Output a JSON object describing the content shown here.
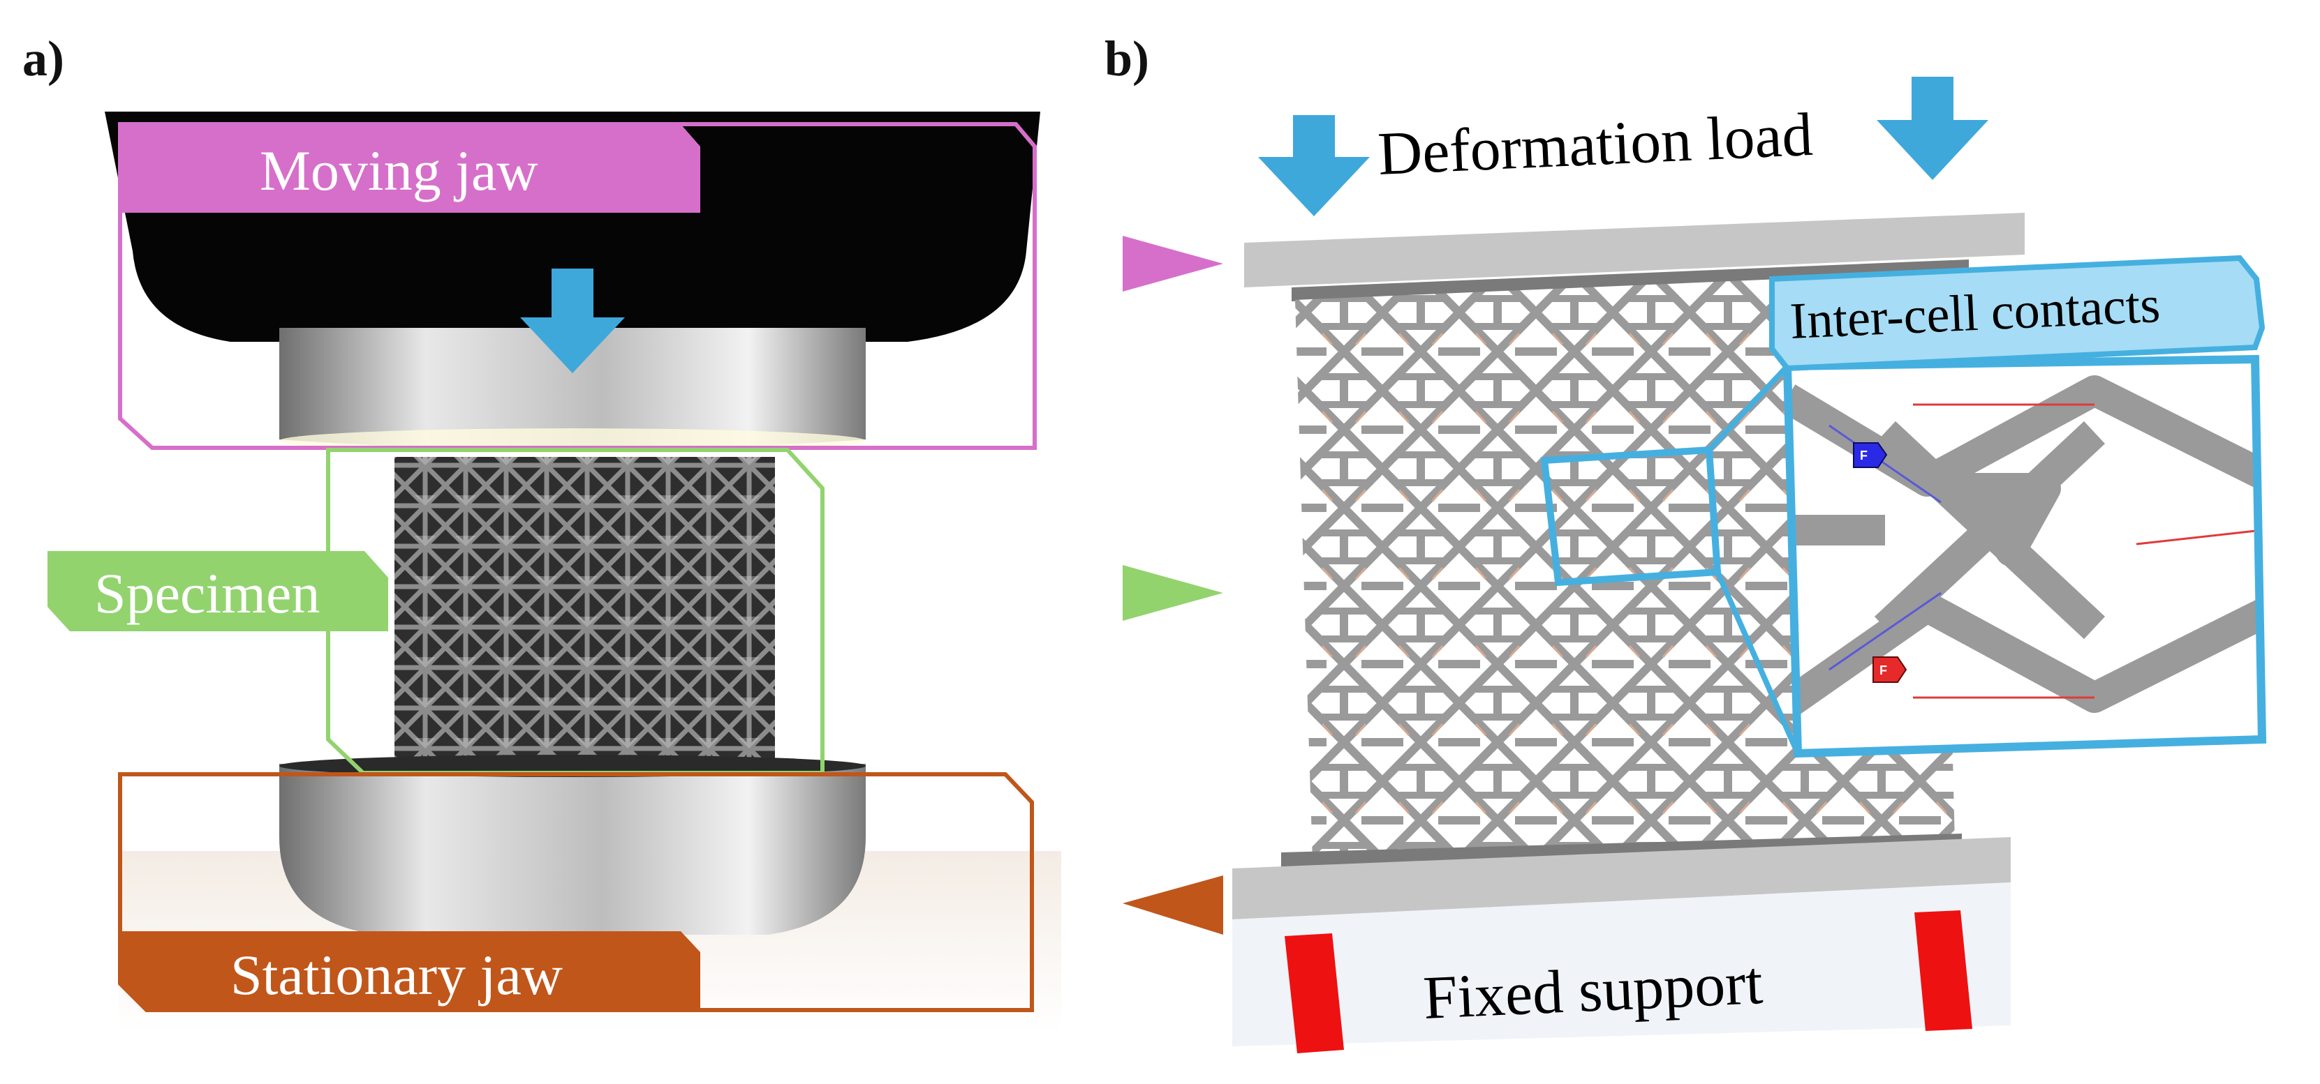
{
  "panels": {
    "a": {
      "label": "a)",
      "moving_jaw": {
        "label": "Moving jaw",
        "color": "#d66fca"
      },
      "specimen": {
        "label": "Specimen",
        "color": "#92d36e"
      },
      "stationary_jaw": {
        "label": "Stationary jaw",
        "color": "#c0561a"
      },
      "load_arrow_icon": "arrow-down-icon",
      "arrow_color": "#3ea8db"
    },
    "b": {
      "label": "b)",
      "deformation_load": "Deformation load",
      "inter_cell_contacts": "Inter-cell contacts",
      "fixed_support": "Fixed support",
      "contact_marker_label": "F",
      "colors": {
        "arrow": "#3ea8db",
        "inset_border": "#45b0e0",
        "inset_tag": "#a6dcf5",
        "support_block": "#ee1111",
        "plate": "#c6c6c6",
        "lattice": "#9a9a9a",
        "marker_pink": "#d66fca",
        "marker_green": "#92d36e",
        "marker_orange": "#c0561a",
        "contact_blue": "#2a2ae6",
        "contact_red": "#e62a2a"
      }
    }
  }
}
